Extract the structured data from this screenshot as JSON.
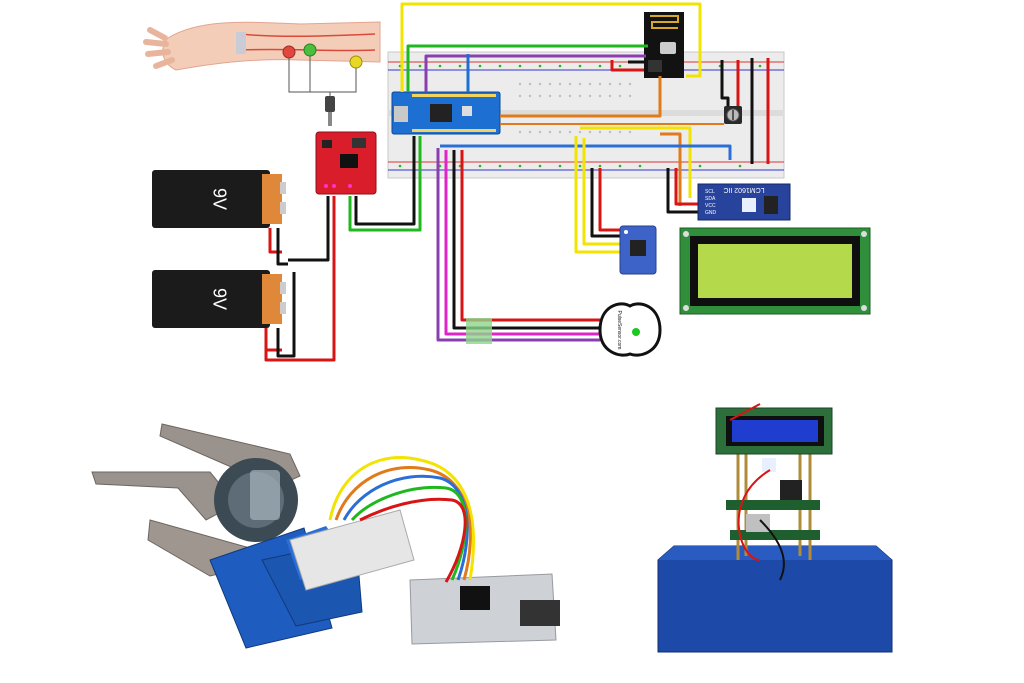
{
  "battery1": {
    "label": "9V"
  },
  "battery2": {
    "label": "9V"
  },
  "lcd_backpack": {
    "title": "LCM1602 IIC",
    "pins": [
      "SCL",
      "SDA",
      "VCC",
      "GND"
    ]
  },
  "pulse_sensor": {
    "label": "PulseSensor.com"
  },
  "colors": {
    "wire_yellow": "#f2e400",
    "wire_green": "#1fb81f",
    "wire_purple": "#8a3fb0",
    "wire_orange": "#e07a1a",
    "wire_red": "#d81414",
    "wire_black": "#111111",
    "wire_blue": "#2b6fd6",
    "wire_magenta": "#e024c8",
    "board_blue": "#1d6fd1",
    "emg_red": "#d91d2a",
    "lcd_green": "#b4d94a"
  }
}
